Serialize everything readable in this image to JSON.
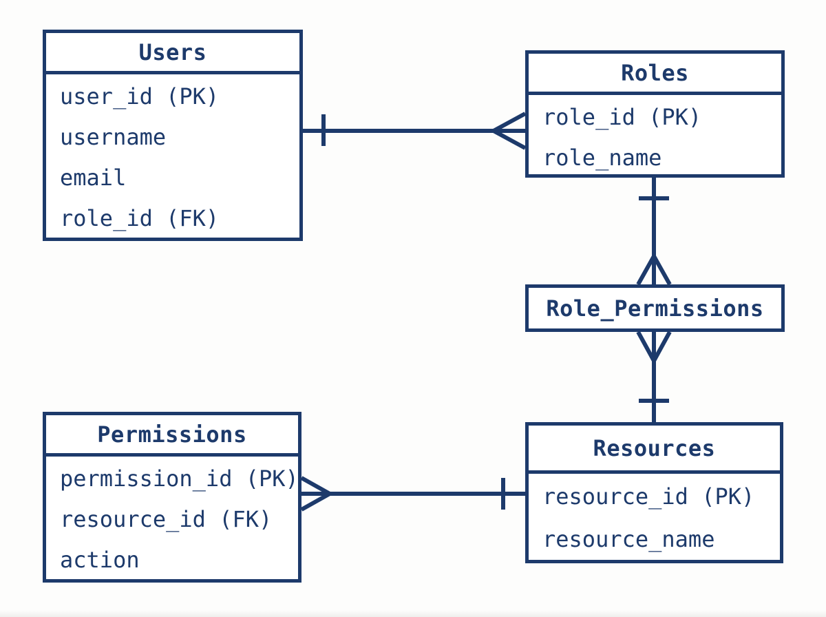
{
  "theme": {
    "line_color": "#1d3a6b",
    "box_fill": "#ffffff",
    "background": "#fdfdfc"
  },
  "entities": {
    "users": {
      "title": "Users",
      "fields": [
        "user_id (PK)",
        "username",
        "email",
        "role_id (FK)"
      ]
    },
    "roles": {
      "title": "Roles",
      "fields": [
        "role_id (PK)",
        "role_name"
      ]
    },
    "role_permissions": {
      "title": "Role_Permissions",
      "fields": []
    },
    "permissions": {
      "title": "Permissions",
      "fields": [
        "permission_id (PK)",
        "resource_id (FK)",
        "action"
      ]
    },
    "resources": {
      "title": "Resources",
      "fields": [
        "resource_id (PK)",
        "resource_name"
      ]
    }
  },
  "relationships": [
    {
      "from": "Users",
      "to": "Roles",
      "from_end": "one",
      "to_end": "many",
      "notation": "crow-foot"
    },
    {
      "from": "Roles",
      "to": "Role_Permissions",
      "from_end": "one",
      "to_end": "many",
      "notation": "crow-foot"
    },
    {
      "from": "Role_Permissions",
      "to": "Resources",
      "from_end": "many",
      "to_end": "one",
      "notation": "crow-foot"
    },
    {
      "from": "Permissions",
      "to": "Resources",
      "from_end": "many",
      "to_end": "one",
      "notation": "crow-foot"
    }
  ]
}
